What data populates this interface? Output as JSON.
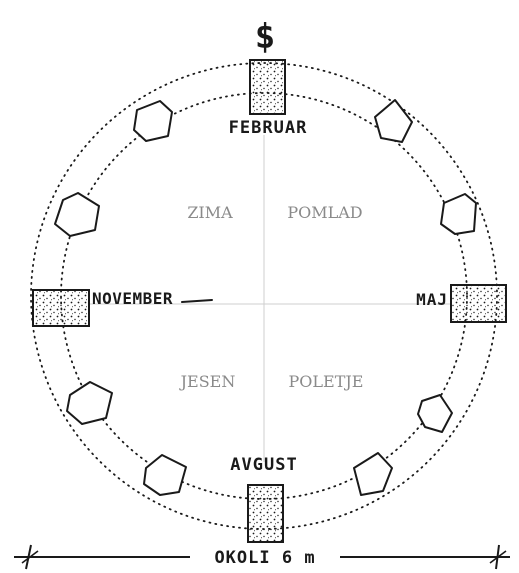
{
  "north_symbol": "$",
  "month_labels": {
    "top": "FEBRUAR",
    "left": "NOVEMBER",
    "right": "MAJ",
    "bottom": "AVGUST"
  },
  "seasons": {
    "top_left": "ZIMA",
    "top_right": "POMLAD",
    "bottom_left": "JESEN",
    "bottom_right": "POLETJE"
  },
  "scale_label": "OKOLI 6 m",
  "colors": {
    "ink": "#1a1a1a",
    "season_text": "#8a8a8a",
    "axis_line": "#cfcfcf"
  }
}
